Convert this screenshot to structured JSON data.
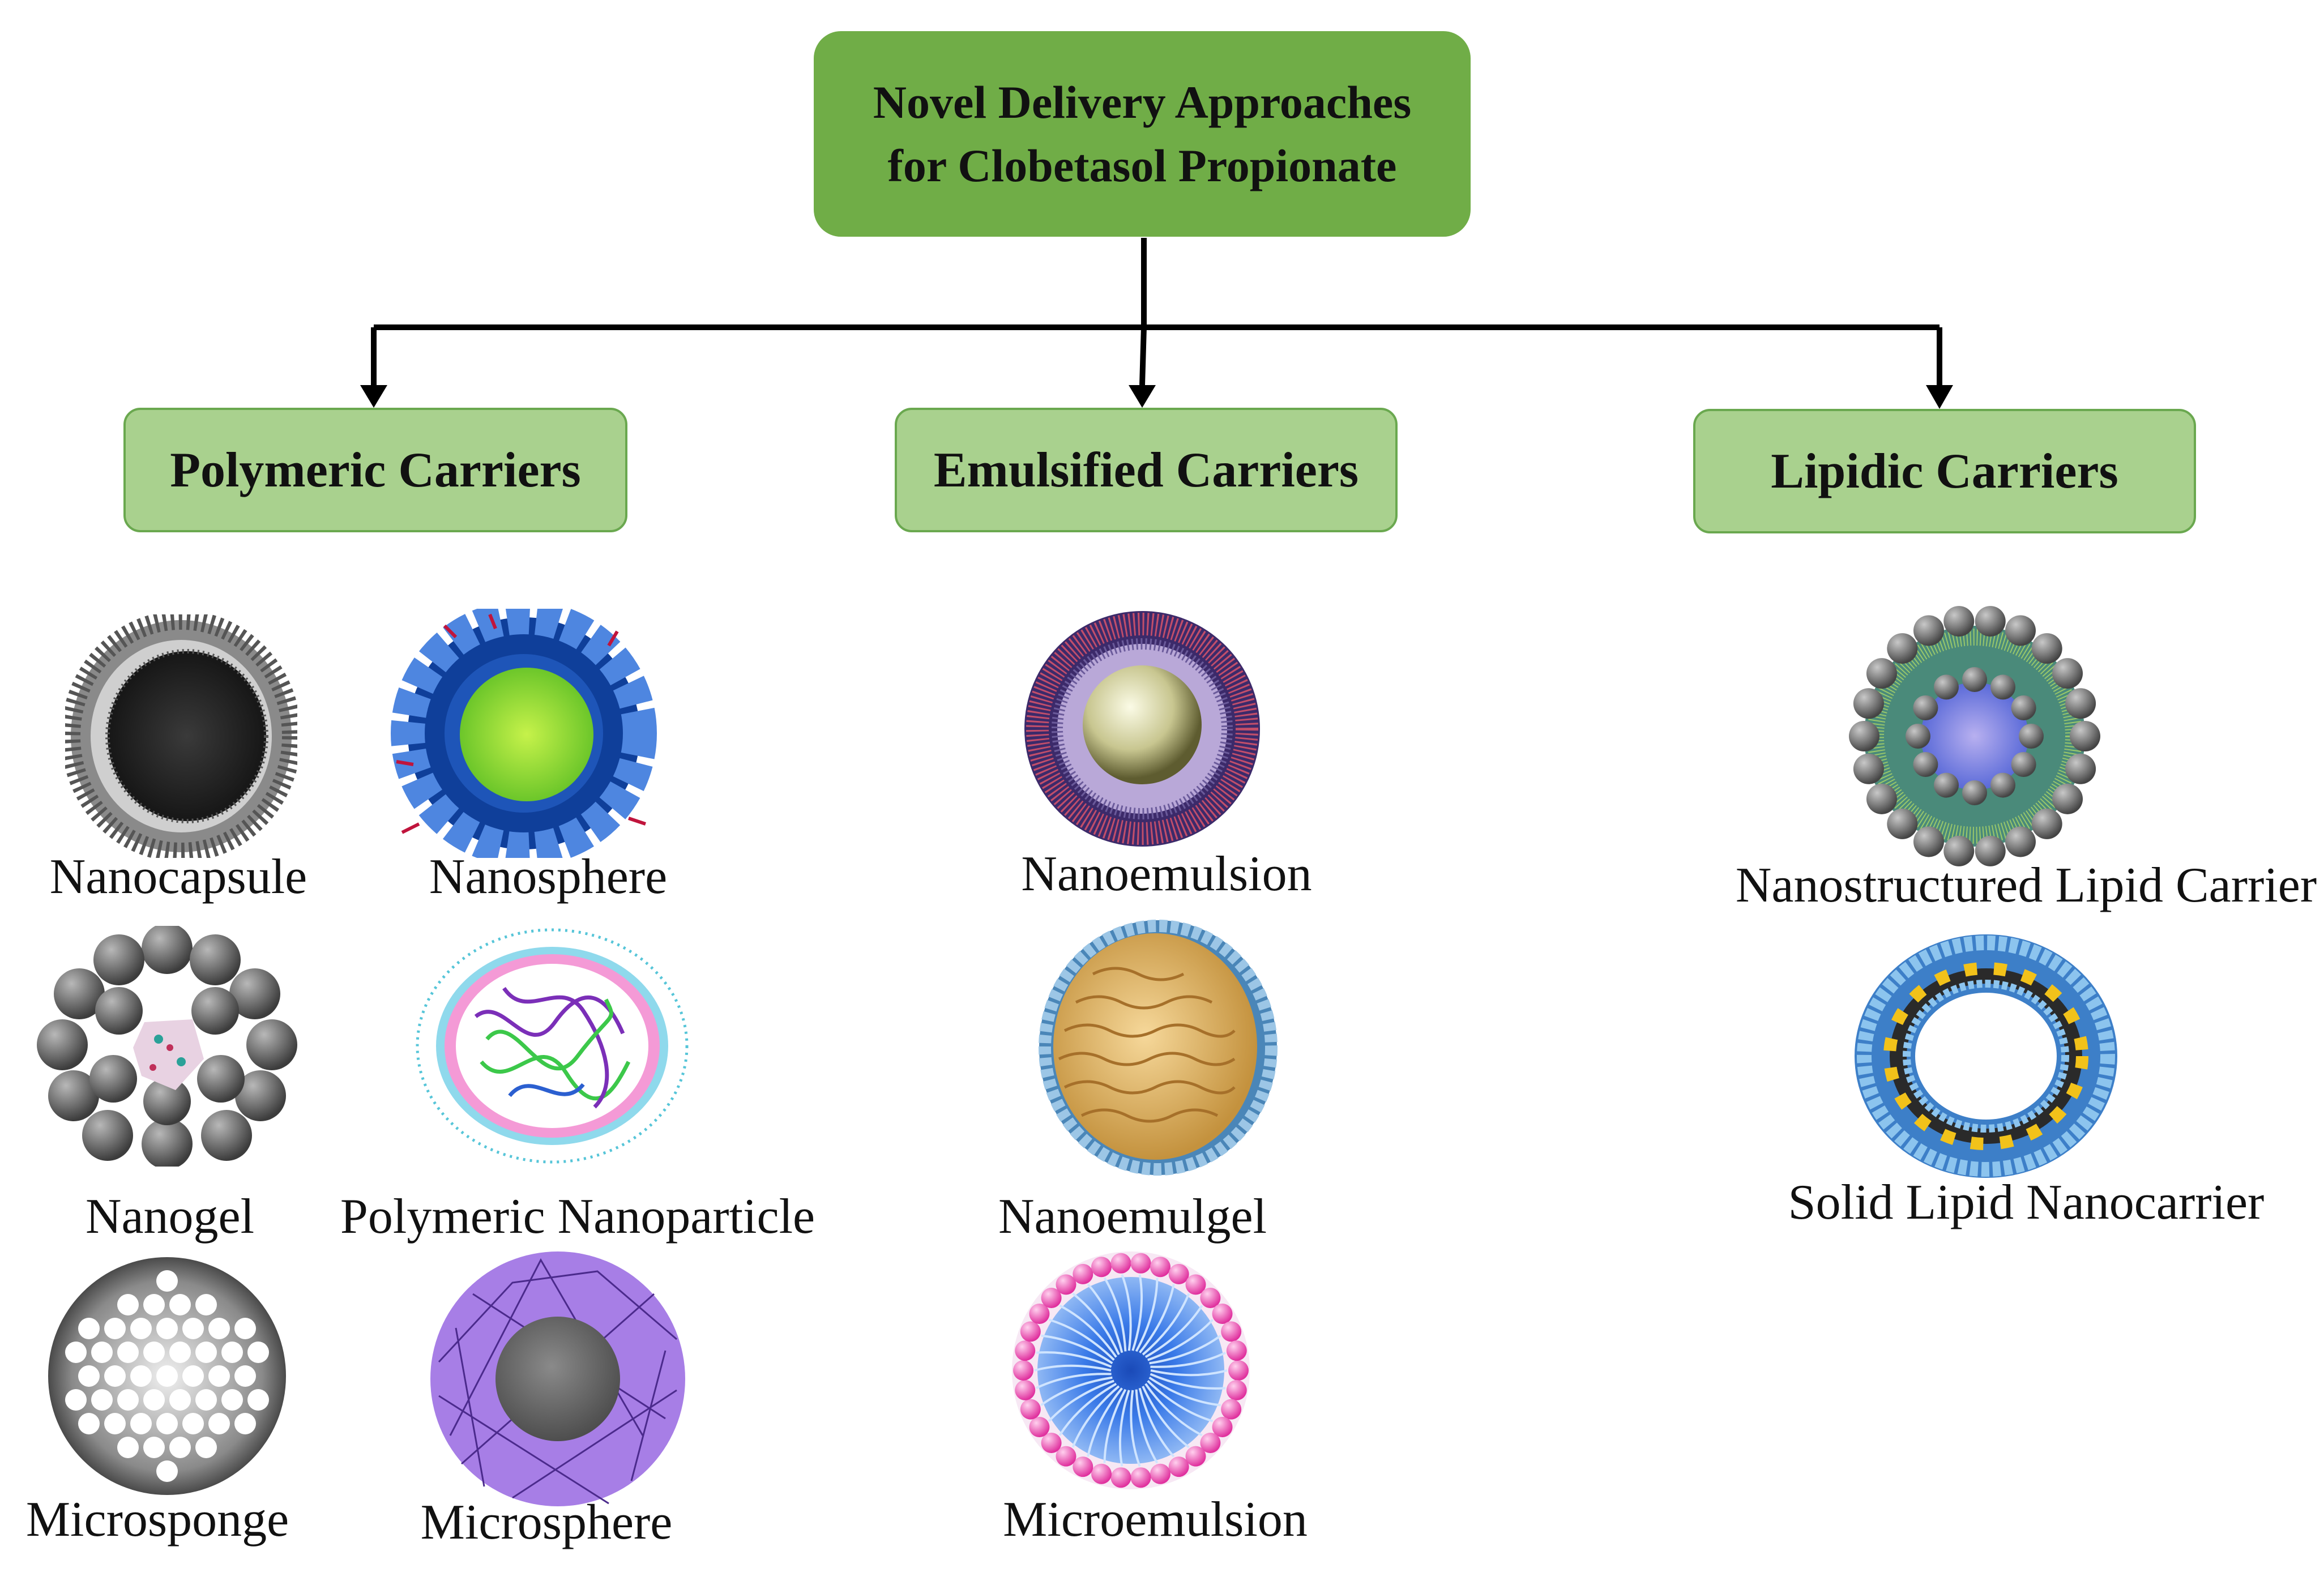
{
  "root": {
    "title": "Novel  Delivery Approaches for Clobetasol Propionate"
  },
  "categories": [
    {
      "name": "Polymeric Carriers"
    },
    {
      "name": "Emulsified Carriers"
    },
    {
      "name": "Lipidic Carriers"
    }
  ],
  "items": {
    "nanocapsule": "Nanocapsule",
    "nanosphere": "Nanosphere",
    "nanogel": "Nanogel",
    "polymeric_nanoparticle": "Polymeric Nanoparticle",
    "microsponge": "Microsponge",
    "microsphere": "Microsphere",
    "nanoemulsion": "Nanoemulsion",
    "nanoemulgel": "Nanoemulgel",
    "microemulsion": "Microemulsion",
    "nlc": "Nanostructured Lipid Carrier",
    "sln": "Solid Lipid Nanocarrier"
  },
  "colors": {
    "root_fill": "#70ad47",
    "category_fill": "#a9d18e",
    "category_border": "#6aa84f",
    "connector": "#000000"
  }
}
